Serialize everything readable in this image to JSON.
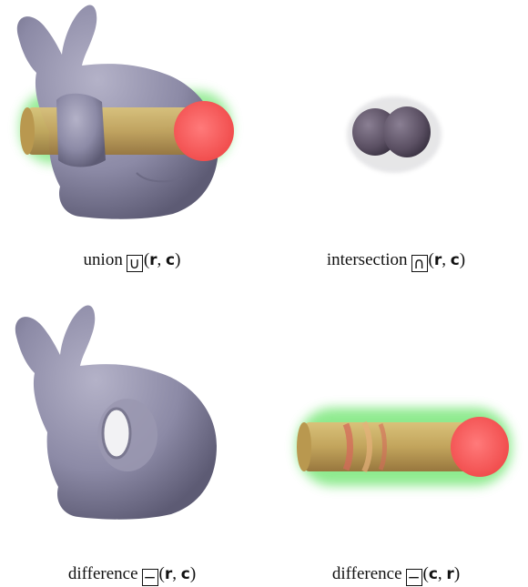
{
  "panels": [
    {
      "word": "union",
      "symbol": "∪",
      "open": "(",
      "a": "r",
      "sep": ", ",
      "b": "c",
      "close": ")"
    },
    {
      "word": "intersection",
      "symbol": "∩",
      "open": "(",
      "a": "r",
      "sep": ", ",
      "b": "c",
      "close": ")"
    },
    {
      "word": "difference",
      "symbol": "−",
      "open": "(",
      "a": "r",
      "sep": ", ",
      "b": "c",
      "close": ")"
    },
    {
      "word": "difference",
      "symbol": "−",
      "open": "(",
      "a": "c",
      "sep": ", ",
      "b": "r",
      "close": ")"
    }
  ],
  "colors": {
    "bunny": "#8e8ca6",
    "cylinder_body": "#c8a860",
    "cylinder_cap": "#ff6060",
    "glow": "#44dd44"
  }
}
